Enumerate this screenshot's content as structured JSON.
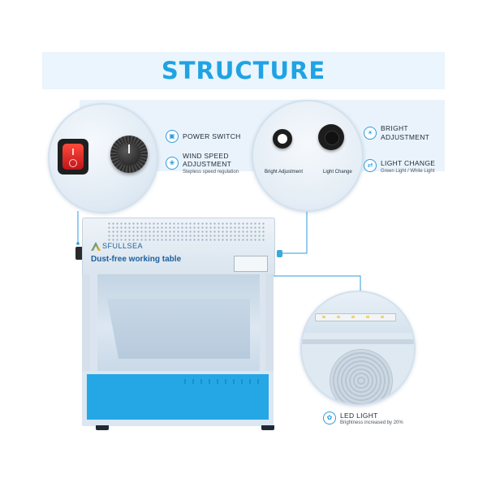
{
  "banner": {
    "title": "STRUCTURE"
  },
  "features": {
    "power_switch": {
      "title": "POWER SWITCH"
    },
    "wind_speed": {
      "title_line1": "WIND SPEED",
      "title_line2": "ADJUSTMENT",
      "subtitle": "Stepless speed regulation"
    },
    "bright": {
      "title_line1": "BRIGHT",
      "title_line2": "ADJUSTMENT"
    },
    "light_change": {
      "title": "LIGHT CHANGE",
      "subtitle": "Green Light / White Light"
    },
    "led_light": {
      "title": "LED LIGHT",
      "subtitle": "Brightness increased by 20%"
    }
  },
  "control_labels": {
    "bright_adjustment": "Bright Adjustment",
    "light_change": "Light Change"
  },
  "product": {
    "brand": "SFULLSEA",
    "name": "Dust-free working table"
  },
  "colors": {
    "accent": "#2f9bdc",
    "title": "#1fa3e4",
    "pad": "#25a7e5"
  },
  "icons": [
    "power-switch-icon",
    "fan-icon",
    "brightness-icon",
    "light-change-icon",
    "led-light-icon"
  ]
}
